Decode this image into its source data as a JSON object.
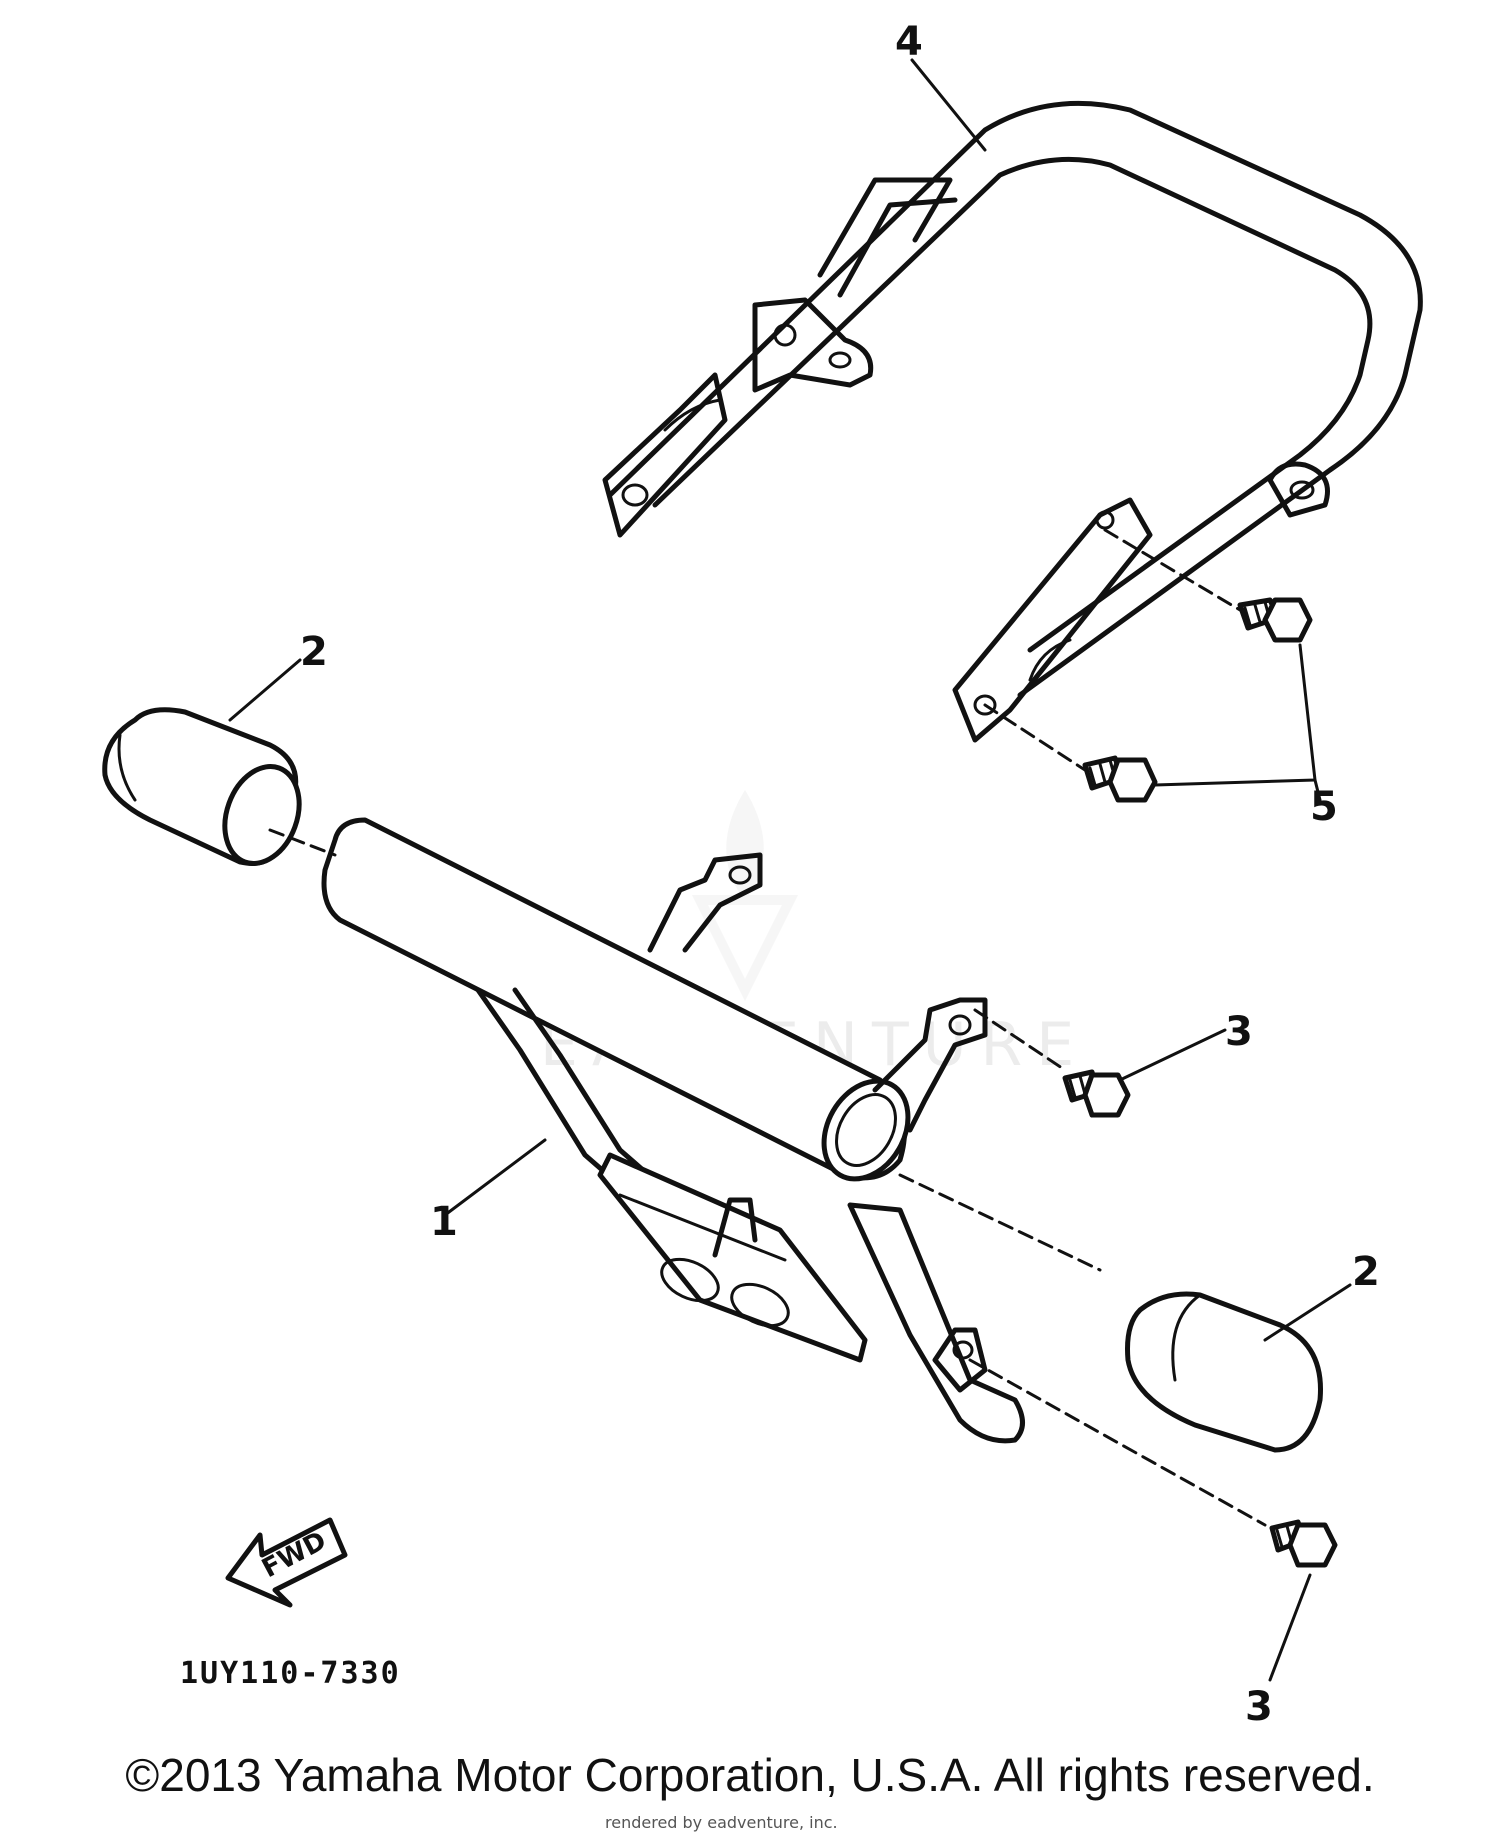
{
  "diagram": {
    "callouts": {
      "c1": "1",
      "c2a": "2",
      "c2b": "2",
      "c3a": "3",
      "c3b": "3",
      "c4": "4",
      "c5": "5"
    },
    "fwd_label": "FWD",
    "part_code": "1UY110-7330",
    "watermark": {
      "brand": "EADVENTURE",
      "rendered_by": "rendered by eadventure, inc."
    }
  },
  "footer": {
    "copyright": "©2013 Yamaha Motor Corporation, U.S.A. All rights reserved."
  }
}
